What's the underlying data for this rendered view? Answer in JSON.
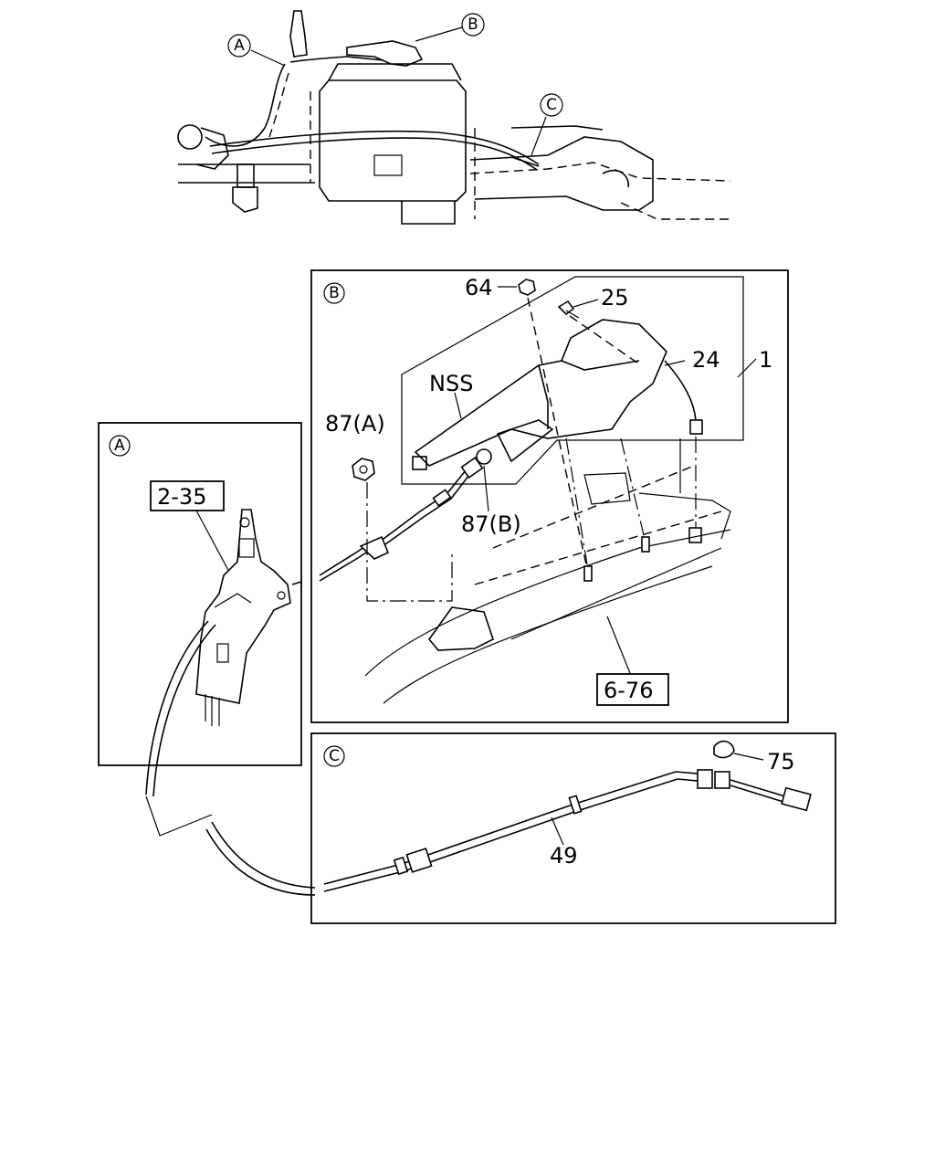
{
  "callouts": {
    "a": "A",
    "b": "B",
    "c": "C"
  },
  "section_b": {
    "tag": "B",
    "part_64": "64",
    "part_25": "25",
    "part_24": "24",
    "part_1": "1",
    "nss": "NSS",
    "part_87a": "87(A)",
    "part_87b": "87(B)",
    "ref_6_76": "6-76"
  },
  "section_a": {
    "tag": "A",
    "ref_2_35": "2-35"
  },
  "section_c": {
    "tag": "C",
    "part_75": "75",
    "part_49": "49"
  }
}
